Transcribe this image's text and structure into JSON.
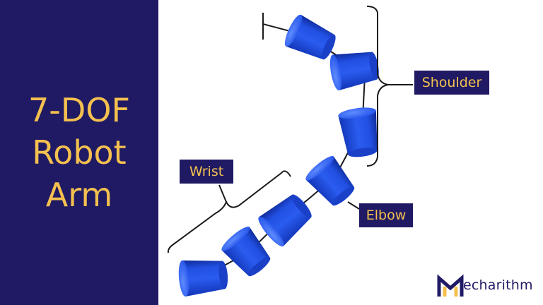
{
  "title": [
    "7-DOF",
    "Robot",
    "Arm"
  ],
  "labels": {
    "shoulder": "Shoulder",
    "wrist": "Wrist",
    "elbow": "Elbow"
  },
  "logo": {
    "text": "echarithm"
  },
  "colors": {
    "panel": "#1f1a63",
    "title": "#f4c04f",
    "joint": "#1f52e8",
    "joint_shade": "#0f2fa8",
    "joint_highlight": "#6f9cff"
  },
  "joint_count": 7
}
